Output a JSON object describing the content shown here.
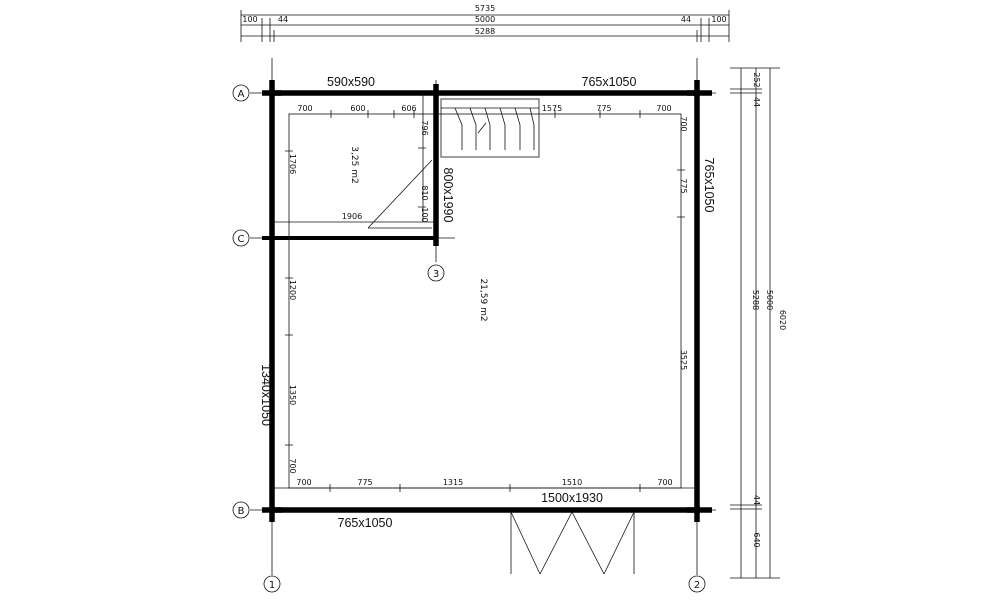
{
  "top_dims": {
    "overall": "5735",
    "left_100": "100",
    "left_44": "44",
    "inner": "5000",
    "right_44": "44",
    "right_100": "100",
    "total": "5288"
  },
  "right_dims": {
    "d252": "252",
    "d44_top": "44",
    "d5000": "5000",
    "d5288": "5288",
    "d6020": "6020",
    "d44_bot": "44",
    "d640": "640"
  },
  "axes": {
    "a": "A",
    "b": "B",
    "c": "C",
    "n1": "1",
    "n2": "2",
    "n3": "3"
  },
  "openings": {
    "top_window_1": "590x590",
    "top_window_2": "765x1050",
    "right_window": "765x1050",
    "left_window": "1340x1050",
    "bottom_window": "765x1050",
    "door_main": "1500x1930",
    "door_inner": "800x1990"
  },
  "areas": {
    "small_room": "3,25 m2",
    "main_room": "21,59 m2"
  },
  "inner_dims": {
    "top_700a": "700",
    "top_600": "600",
    "top_606": "606",
    "top_1575": "1575",
    "top_775": "775",
    "top_700b": "700",
    "bot_700a": "700",
    "bot_775": "775",
    "bot_1315": "1315",
    "bot_1510": "1510",
    "bot_700b": "700",
    "left_1706": "1706",
    "left_1200": "1200",
    "left_1350": "1350",
    "left_700": "700",
    "mid_796": "796",
    "mid_810": "810",
    "mid_100": "100",
    "mid_1906": "1906",
    "right_700": "700",
    "right_775": "775",
    "right_3525": "3525"
  }
}
